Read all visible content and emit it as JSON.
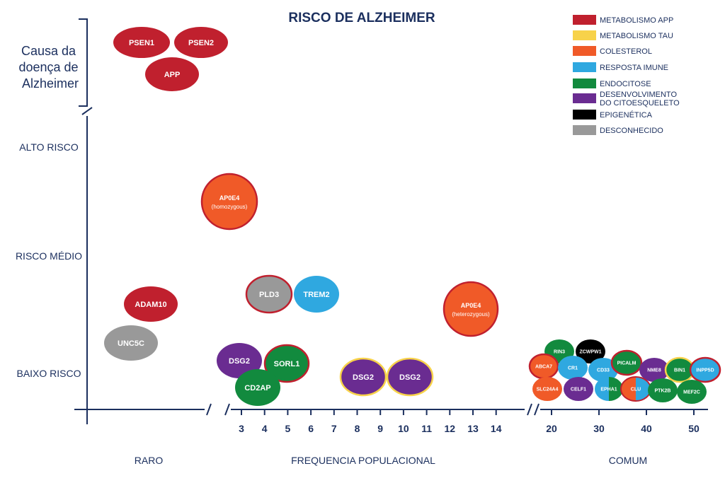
{
  "title": "RISCO DE ALZHEIMER",
  "y_axis": {
    "cause_label": [
      "Causa da",
      "doença de",
      "Alzheimer"
    ],
    "levels": [
      "ALTO RISCO",
      "RISCO MÉDIO",
      "BAIXO RISCO"
    ]
  },
  "x_axis": {
    "categories": [
      "RARO",
      "FREQUENCIA POPULACIONAL",
      "COMUM"
    ],
    "mid_ticks": [
      "3",
      "4",
      "5",
      "6",
      "7",
      "8",
      "9",
      "10",
      "11",
      "12",
      "13",
      "14"
    ],
    "common_ticks": [
      "20",
      "30",
      "40",
      "50"
    ]
  },
  "legend": [
    {
      "label": "METABOLISMO APP",
      "color": "#c0202e"
    },
    {
      "label": "METABOLISMO TAU",
      "color": "#f7d24a"
    },
    {
      "label": "COLESTEROL",
      "color": "#f05a28"
    },
    {
      "label": "RESPOSTA IMUNE",
      "color": "#2fa8e0"
    },
    {
      "label": "ENDOCITOSE",
      "color": "#128a3e"
    },
    {
      "label": "DESENVOLVIMENTO DO CITOESQUELETO",
      "color": "#6a2c91"
    },
    {
      "label": "EPIGENÉTICA",
      "color": "#000000"
    },
    {
      "label": "DESCONHECIDO",
      "color": "#999999"
    }
  ],
  "colors": {
    "axis": "#1b2f5e",
    "app": "#c0202e",
    "tau": "#f7d24a",
    "cholesterol": "#f05a28",
    "immune": "#2fa8e0",
    "endocytosis": "#128a3e",
    "cytoskeleton": "#6a2c91",
    "epigenetic": "#000000",
    "unknown": "#999999"
  },
  "genes": [
    {
      "name": "PSEN1",
      "category": "app",
      "group": "cause"
    },
    {
      "name": "PSEN2",
      "category": "app",
      "group": "cause"
    },
    {
      "name": "APP",
      "category": "app",
      "group": "cause"
    },
    {
      "name": "AP0E4",
      "sub": "(homozygous)",
      "category": "cholesterol",
      "ring": "app",
      "group": "risk"
    },
    {
      "name": "ADAM10",
      "category": "app",
      "group": "risk"
    },
    {
      "name": "UNC5C",
      "category": "unknown",
      "group": "risk"
    },
    {
      "name": "PLD3",
      "category": "unknown",
      "ring": "app",
      "group": "risk"
    },
    {
      "name": "TREM2",
      "category": "immune",
      "group": "risk"
    },
    {
      "name": "AP0E4",
      "sub": "(heterozygous)",
      "category": "cholesterol",
      "ring": "app",
      "group": "risk"
    },
    {
      "name": "DSG2",
      "category": "cytoskeleton",
      "group": "risk"
    },
    {
      "name": "SORL1",
      "category": "endocytosis",
      "ring": "app",
      "group": "risk"
    },
    {
      "name": "CD2AP",
      "category": "endocytosis",
      "group": "risk"
    },
    {
      "name": "DSG2",
      "category": "cytoskeleton",
      "ring": "tau",
      "group": "risk"
    },
    {
      "name": "DSG2",
      "category": "cytoskeleton",
      "ring": "tau",
      "group": "risk"
    },
    {
      "name": "RIN3",
      "category": "endocytosis",
      "group": "common"
    },
    {
      "name": "ZCWPW1",
      "category": "epigenetic",
      "group": "common"
    },
    {
      "name": "ABCA7",
      "category": "cholesterol",
      "ring": "app",
      "group": "common"
    },
    {
      "name": "CR1",
      "category": "immune",
      "group": "common"
    },
    {
      "name": "CD33",
      "category": "immune",
      "group": "common"
    },
    {
      "name": "PICALM",
      "category": "endocytosis",
      "ring": "app",
      "group": "common"
    },
    {
      "name": "NME8",
      "category": "cytoskeleton",
      "group": "common"
    },
    {
      "name": "BIN1",
      "category": "endocytosis",
      "ring": "tau",
      "group": "common"
    },
    {
      "name": "INPP5D",
      "category": "immune",
      "ring": "app",
      "group": "common"
    },
    {
      "name": "SLC24A4",
      "category": "cholesterol",
      "group": "common"
    },
    {
      "name": "CELF1",
      "category": "cytoskeleton",
      "group": "common"
    },
    {
      "name": "EPHA1",
      "category": "immune",
      "split": "endocytosis",
      "group": "common"
    },
    {
      "name": "CLU",
      "category": "cholesterol",
      "split": "immune",
      "ring": "app",
      "group": "common"
    },
    {
      "name": "PTK2B",
      "category": "endocytosis",
      "group": "common"
    },
    {
      "name": "MEF2C",
      "category": "endocytosis",
      "group": "common"
    }
  ]
}
